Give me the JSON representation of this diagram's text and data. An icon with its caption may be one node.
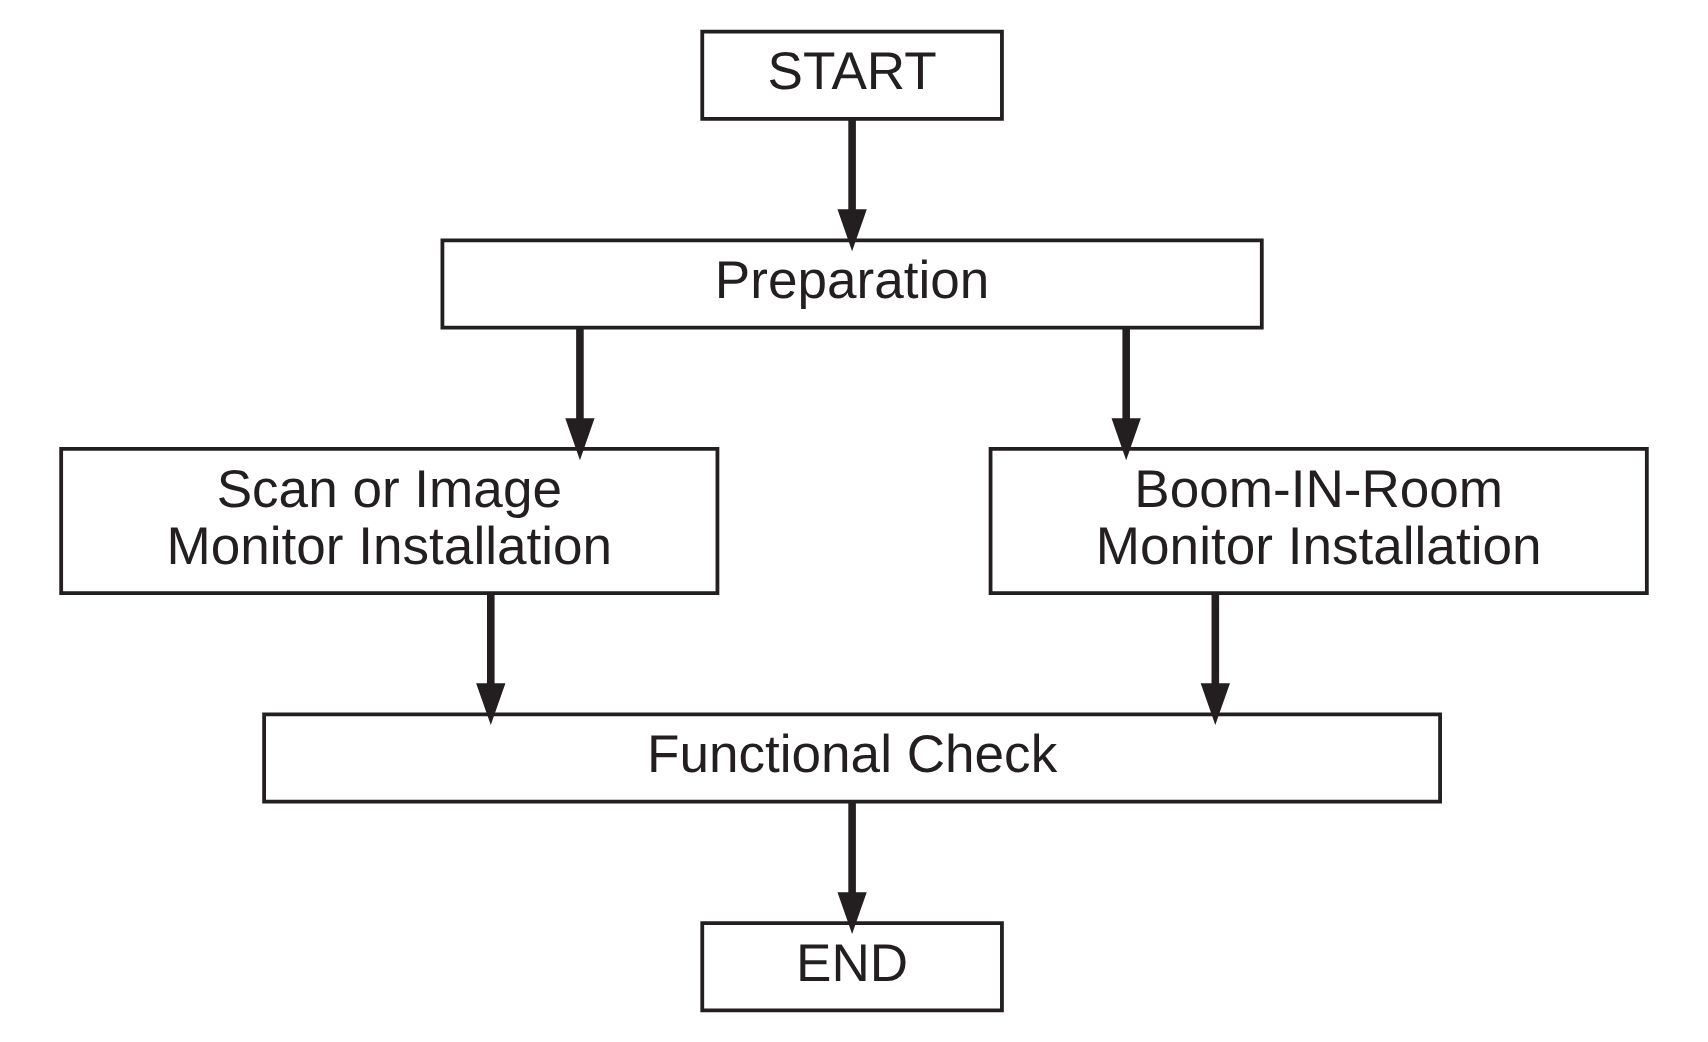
{
  "diagram": {
    "nodes": [
      {
        "text": [
          "START"
        ]
      },
      {
        "text": [
          "Preparation"
        ]
      },
      {
        "text": [
          "Scan or Image Monitor Installation"
        ]
      },
      {
        "text": [
          "Boom-IN-Room Monitor Installation"
        ]
      },
      {
        "text": [
          "Functional Check"
        ]
      },
      {
        "text": [
          "END"
        ]
      }
    ],
    "edges": [
      {
        "from": 0,
        "to": 1,
        "arrow": "to"
      },
      {
        "from": 1,
        "to": 2,
        "arrow": "to"
      },
      {
        "from": 1,
        "to": 3,
        "arrow": "to"
      },
      {
        "from": 2,
        "to": 4,
        "arrow": "to"
      },
      {
        "from": 3,
        "to": 4,
        "arrow": "to"
      },
      {
        "from": 4,
        "to": 5,
        "arrow": "to"
      }
    ]
  }
}
